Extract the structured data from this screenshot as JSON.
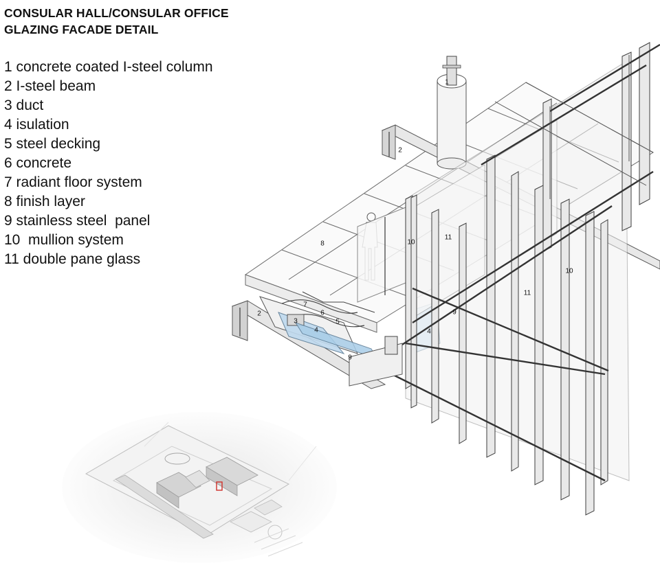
{
  "title": {
    "line1": "CONSULAR HALL/CONSULAR OFFICE",
    "line2": "GLAZING FACADE DETAIL"
  },
  "legend": [
    "1 concrete coated I-steel column",
    "2 I-steel beam",
    "3 duct",
    "4 isulation",
    "5 steel decking",
    "6 concrete",
    "7 radiant floor system",
    "8 finish layer",
    "9 stainless steel  panel",
    "10  mullion system",
    "11 double pane glass"
  ],
  "callouts": {
    "c1": "1",
    "c2a": "2",
    "c2b": "2",
    "c3": "3",
    "c4a": "4",
    "c4b": "4",
    "c5": "5",
    "c6": "6",
    "c7": "7",
    "c8": "8",
    "c9a": "9",
    "c9b": "9",
    "c10a": "10",
    "c10b": "10",
    "c11a": "11",
    "c11b": "11"
  }
}
